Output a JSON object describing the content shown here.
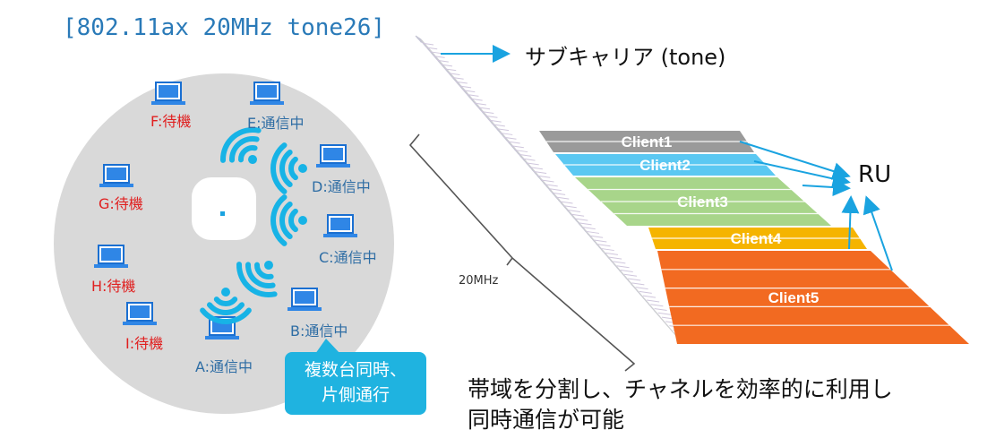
{
  "title": "[802.11ax 20MHz tone26]",
  "stations": [
    {
      "label": "F:待機",
      "state": "idle"
    },
    {
      "label": "E:通信中",
      "state": "active"
    },
    {
      "label": "D:通信中",
      "state": "active"
    },
    {
      "label": "G:待機",
      "state": "idle"
    },
    {
      "label": "C:通信中",
      "state": "active"
    },
    {
      "label": "H:待機",
      "state": "idle"
    },
    {
      "label": "B:通信中",
      "state": "active"
    },
    {
      "label": "I:待機",
      "state": "idle"
    },
    {
      "label": "A:通信中",
      "state": "active"
    }
  ],
  "callout": {
    "line1": "複数台同時、",
    "line2": "片側通行"
  },
  "subcarrier_label": "サブキャリア (tone)",
  "ru_label": "RU",
  "bandwidth_label": "20MHz",
  "clients": [
    {
      "name": "Client1",
      "color": "#9a9a9a"
    },
    {
      "name": "Client2",
      "color": "#5bc8f2"
    },
    {
      "name": "Client3",
      "color": "#a8d58a"
    },
    {
      "name": "Client4",
      "color": "#f5b400"
    },
    {
      "name": "Client5",
      "color": "#f26a21"
    }
  ],
  "caption": {
    "line1": "帯域を分割し、チャネルを効率的に利用し",
    "line2": "同時通信が可能"
  },
  "colors": {
    "accent": "#1fb3e0",
    "arrow": "#1aa3e0",
    "disc": "#d9d9d9",
    "idle": "#e02020",
    "active": "#2e6da4"
  }
}
